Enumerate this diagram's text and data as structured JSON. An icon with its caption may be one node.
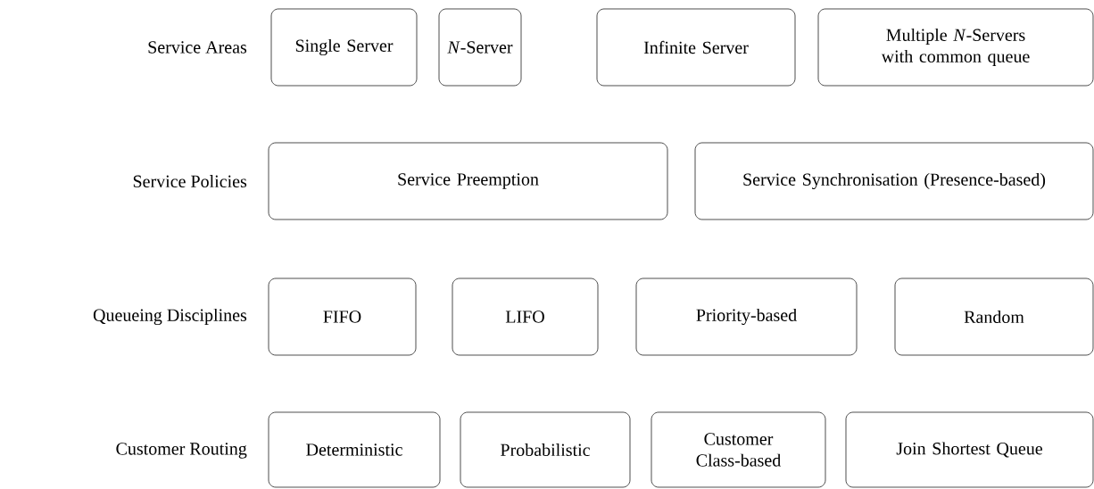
{
  "diagram": {
    "nodes": [
      {
        "text": [
          "Single Server"
        ]
      },
      {
        "text": [
          "*N*-Server"
        ]
      },
      {
        "text": [
          "Infinite Server"
        ]
      },
      {
        "text": [
          "Multiple *N*-Servers with common queue"
        ]
      },
      {
        "text": [
          "Service Preemption"
        ]
      },
      {
        "text": [
          "Service Synchronisation (Presence-based)"
        ]
      },
      {
        "text": [
          "FIFO"
        ]
      },
      {
        "text": [
          "LIFO"
        ]
      },
      {
        "text": [
          "Priority-based"
        ]
      },
      {
        "text": [
          "Random"
        ]
      },
      {
        "text": [
          "Deterministic"
        ]
      },
      {
        "text": [
          "Probabilistic"
        ]
      },
      {
        "text": [
          "Customer Class-based"
        ]
      },
      {
        "text": [
          "Join Shortest Queue"
        ]
      }
    ],
    "labels": [
      "Service Areas",
      "Service Policies",
      "Queueing Disciplines",
      "Customer Routing"
    ]
  }
}
